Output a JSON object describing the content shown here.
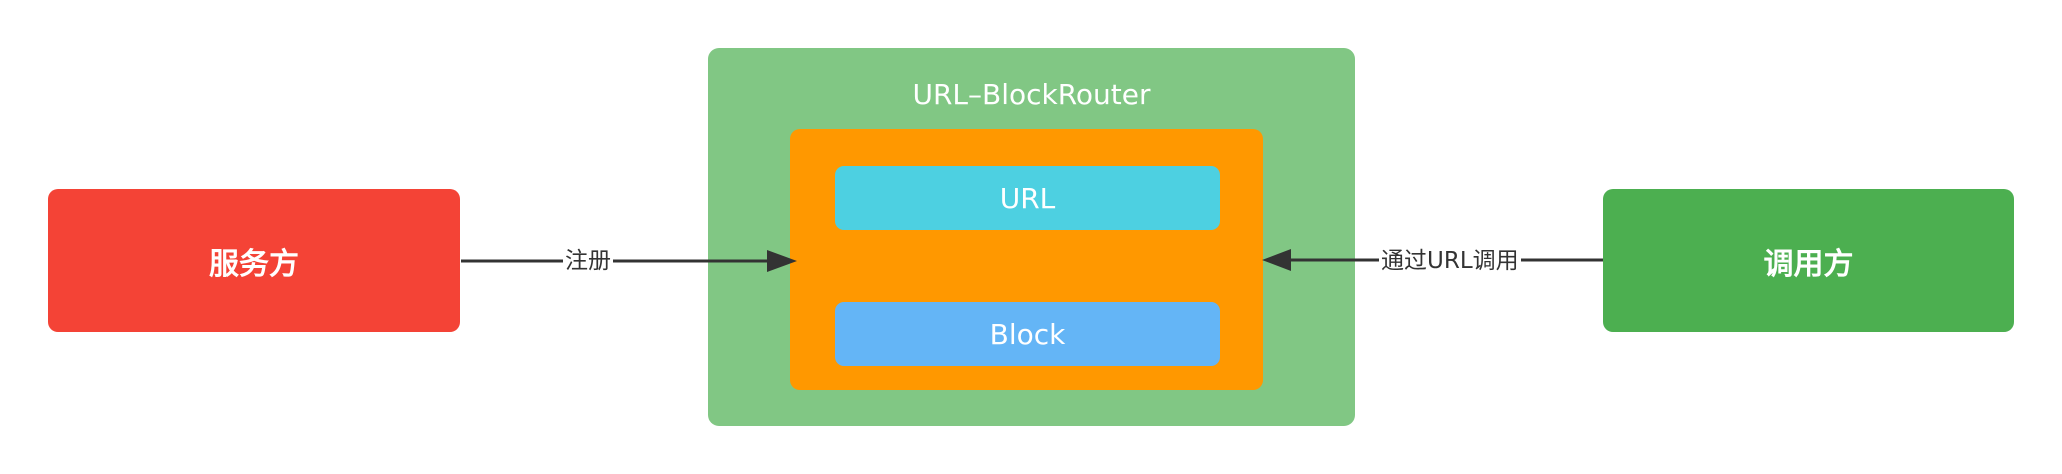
{
  "nodes": {
    "provider": {
      "label": "服务方",
      "color": "#f44336"
    },
    "consumer": {
      "label": "调用方",
      "color": "#4caf50"
    },
    "router": {
      "label": "URL–BlockRouter",
      "color": "#81c784"
    },
    "router_inner": {
      "color": "#ff9800"
    },
    "url": {
      "label": "URL",
      "color": "#4dd0e1"
    },
    "block": {
      "label": "Block",
      "color": "#64b5f6"
    }
  },
  "edges": {
    "register": {
      "label": "注册",
      "from": "服务方",
      "to": "URL–BlockRouter"
    },
    "call": {
      "label": "通过URL调用",
      "from": "调用方",
      "to": "URL–BlockRouter"
    }
  }
}
